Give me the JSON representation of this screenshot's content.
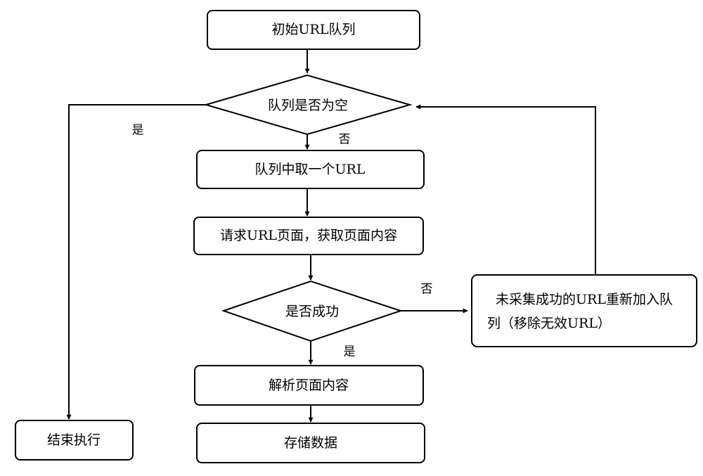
{
  "nodes": {
    "init_queue": "初始URL队列",
    "queue_empty": "队列是否为空",
    "take_url": "队列中取一个URL",
    "request_page": "请求URL页面，获取页面内容",
    "success": "是否成功",
    "parse_content": "解析页面内容",
    "store_data": "存储数据",
    "end_exec": "结束执行",
    "requeue_line1": "未采集成功的URL重新加入队",
    "requeue_line2": "列（移除无效URL）"
  },
  "labels": {
    "empty_yes": "是",
    "empty_no": "否",
    "success_no": "否",
    "success_yes": "是"
  }
}
